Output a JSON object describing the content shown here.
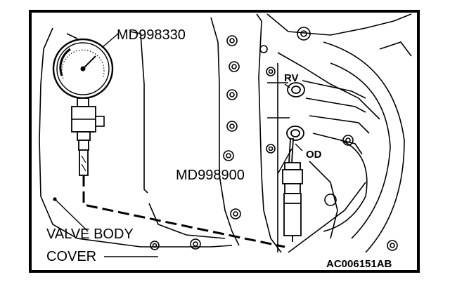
{
  "labels": {
    "gauge_tool": "MD998330",
    "adapter_tool": "MD998900",
    "port_rv": "RV",
    "port_od": "OD",
    "valve_body_line1": "VALVE BODY",
    "valve_body_line2": "COVER",
    "figure_code": "AC006151AB"
  }
}
